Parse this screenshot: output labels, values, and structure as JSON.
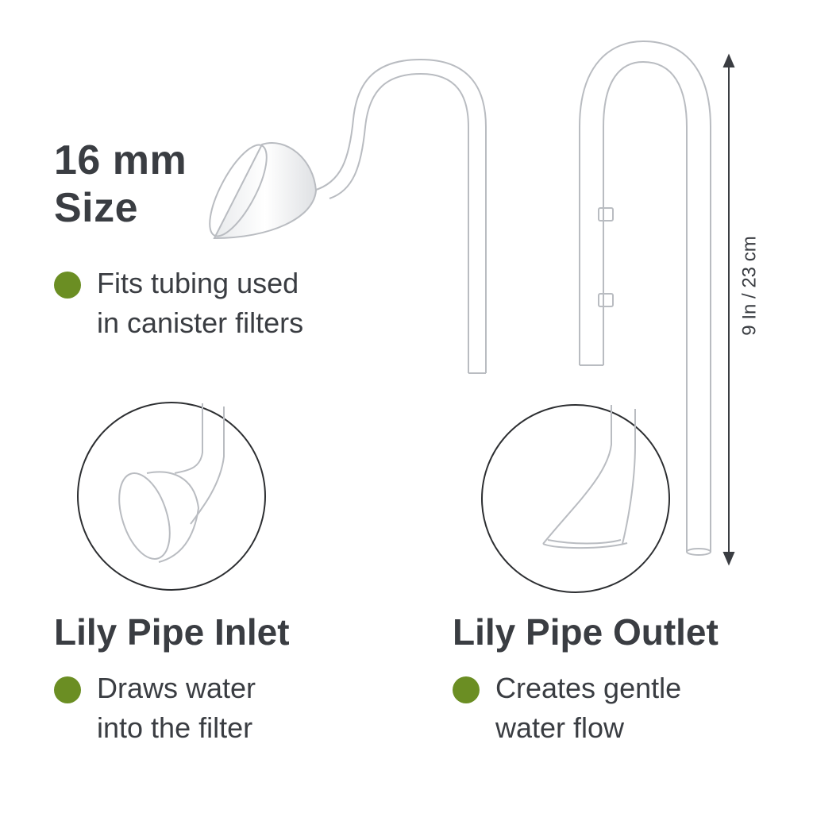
{
  "headline": {
    "line1": "16 mm",
    "line2": "Size"
  },
  "fit_bullet": {
    "line1": "Fits tubing used",
    "line2": "in canister filters"
  },
  "dimension_label": "9 In / 23 cm",
  "inlet": {
    "title": "Lily Pipe Inlet",
    "bullet": {
      "line1": "Draws water",
      "line2": "into the filter"
    }
  },
  "outlet": {
    "title": "Lily Pipe Outlet",
    "bullet": {
      "line1": "Creates gentle",
      "line2": "water flow"
    }
  },
  "colors": {
    "accent": "#6b8e23",
    "text": "#3a3d42",
    "glass": "#c9ccd0"
  },
  "icons": [
    "bullet-dot-icon",
    "dimension-arrow-icon"
  ]
}
